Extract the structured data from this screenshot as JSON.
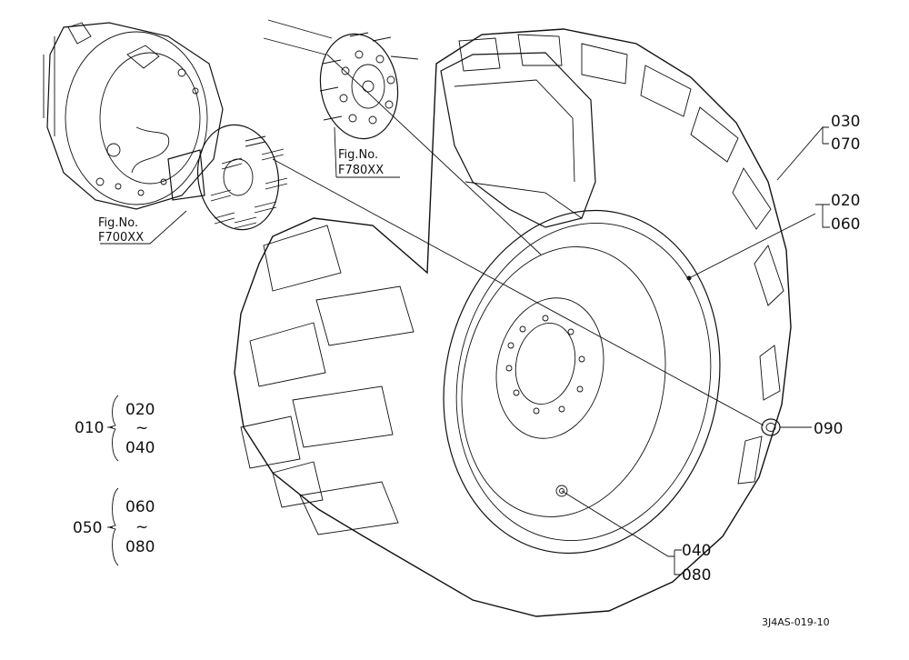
{
  "figure_refs": [
    {
      "line1": "Fig.No.",
      "line2": "F700XX"
    },
    {
      "line1": "Fig.No.",
      "line2": "F780XX"
    }
  ],
  "callouts": {
    "tire_pair": [
      "030",
      "070"
    ],
    "rim_pair": [
      "020",
      "060"
    ],
    "nut": "090",
    "valve_pair": [
      "040",
      "080"
    ]
  },
  "assemblies": [
    {
      "id": "010",
      "from": "020",
      "range": "~",
      "to": "040"
    },
    {
      "id": "050",
      "from": "060",
      "range": "~",
      "to": "080"
    }
  ],
  "drawing_code": "3J4AS-019-10"
}
